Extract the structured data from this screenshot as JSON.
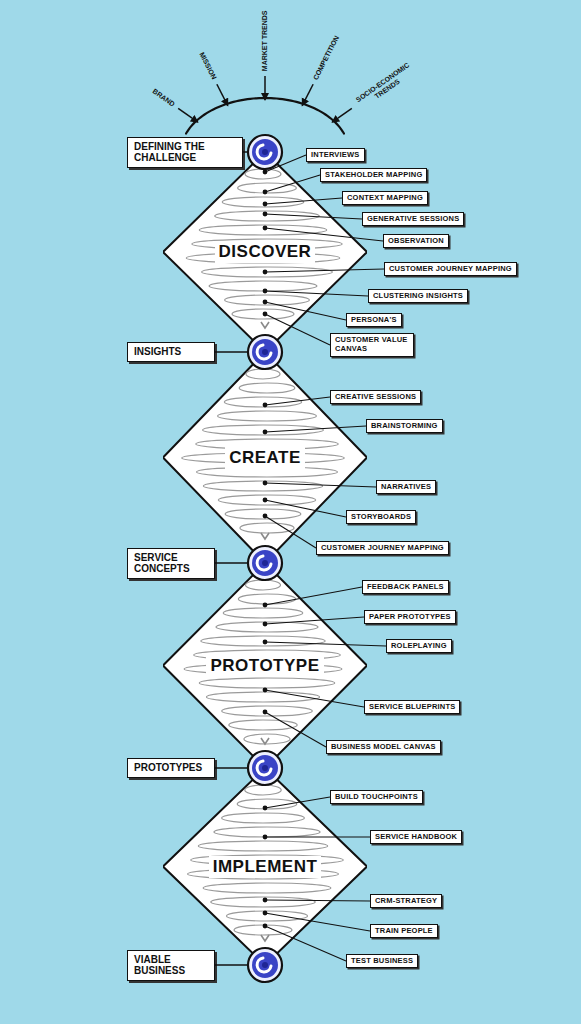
{
  "diagram": {
    "nodes": [
      {
        "text": [
          "DEFINING THE CHALLENGE"
        ]
      },
      {
        "text": [
          "DISCOVER"
        ]
      },
      {
        "text": [
          "INTERVIEWS"
        ]
      },
      {
        "text": [
          "STAKEHOLDER MAPPING"
        ]
      },
      {
        "text": [
          "CONTEXT MAPPING"
        ]
      },
      {
        "text": [
          "GENERATIVE SESSIONS"
        ]
      },
      {
        "text": [
          "OBSERVATION"
        ]
      },
      {
        "text": [
          "CUSTOMER JOURNEY MAPPING"
        ]
      },
      {
        "text": [
          "CLUSTERING INSIGHTS"
        ]
      },
      {
        "text": [
          "PERSONA'S"
        ]
      },
      {
        "text": [
          "CUSTOMER VALUE CANVAS"
        ]
      },
      {
        "text": [
          "INSIGHTS"
        ]
      },
      {
        "text": [
          "CREATE"
        ]
      },
      {
        "text": [
          "CREATIVE SESSIONS"
        ]
      },
      {
        "text": [
          "BRAINSTORMING"
        ]
      },
      {
        "text": [
          "NARRATIVES"
        ]
      },
      {
        "text": [
          "STORYBOARDS"
        ]
      },
      {
        "text": [
          "CUSTOMER JOURNEY MAPPING"
        ]
      },
      {
        "text": [
          "SERVICE CONCEPTS"
        ]
      },
      {
        "text": [
          "PROTOTYPE"
        ]
      },
      {
        "text": [
          "FEEDBACK PANELS"
        ]
      },
      {
        "text": [
          "PAPER PROTOTYPES"
        ]
      },
      {
        "text": [
          "ROLEPLAYING"
        ]
      },
      {
        "text": [
          "SERVICE BLUEPRINTS"
        ]
      },
      {
        "text": [
          "BUSINESS MODEL CANVAS"
        ]
      },
      {
        "text": [
          "PROTOTYPES"
        ]
      },
      {
        "text": [
          "IMPLEMENT"
        ]
      },
      {
        "text": [
          "BUILD TOUCHPOINTS"
        ]
      },
      {
        "text": [
          "SERVICE HANDBOOK"
        ]
      },
      {
        "text": [
          "CRM-STRATEGY"
        ]
      },
      {
        "text": [
          "TRAIN PEOPLE"
        ]
      },
      {
        "text": [
          "TEST BUSINESS"
        ]
      },
      {
        "text": [
          "VIABLE BUSINESS"
        ]
      }
    ],
    "labels": [
      "BRAND",
      "MISSION",
      "MARKET TRENDS",
      "COMPETITION",
      "SOCIO-ECONOMIC TRENDS"
    ]
  }
}
